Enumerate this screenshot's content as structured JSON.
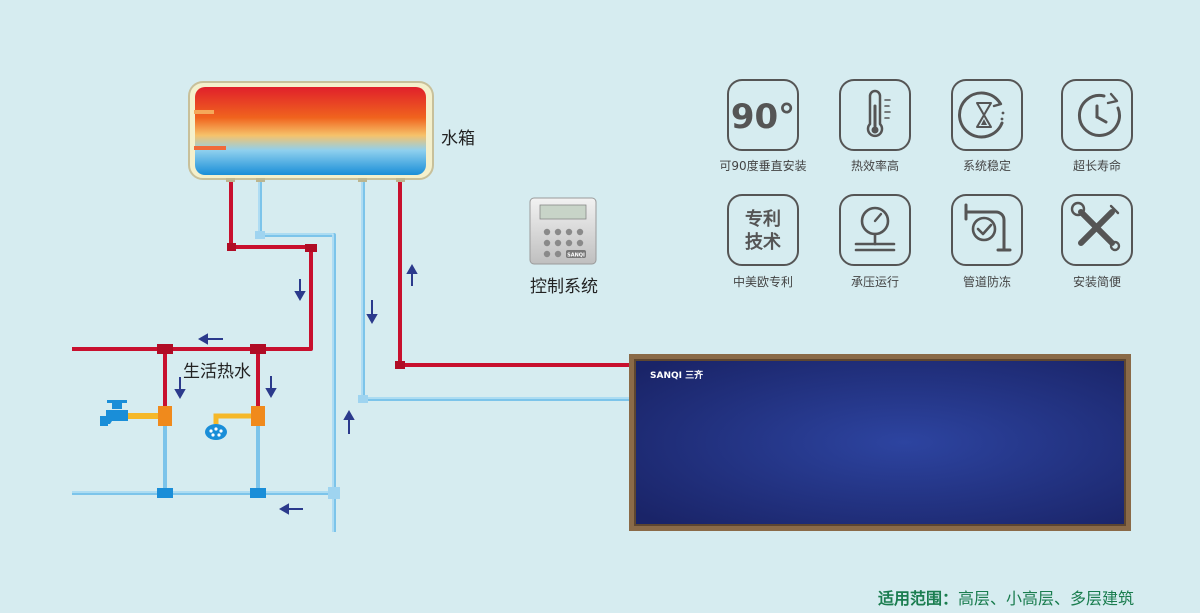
{
  "labels": {
    "tank": "水箱",
    "control_system": "控制系统",
    "domestic_hot_water": "生活热水",
    "panel_brand": "SANQI 三齐",
    "controller_brand": "SANQI"
  },
  "features": [
    {
      "icon": "ninety-degree-icon",
      "glyph": "90°",
      "label": "可90度垂直安装"
    },
    {
      "icon": "thermometer-icon",
      "glyph": "",
      "label": "热效率高"
    },
    {
      "icon": "hourglass-cycle-icon",
      "glyph": "",
      "label": "系统稳定"
    },
    {
      "icon": "clock-icon",
      "glyph": "",
      "label": "超长寿命"
    },
    {
      "icon": "patent-icon",
      "glyph": "专利 技术",
      "glyph_line1": "专利",
      "glyph_line2": "技术",
      "label": "中美欧专利"
    },
    {
      "icon": "pressure-gauge-icon",
      "glyph": "",
      "label": "承压运行"
    },
    {
      "icon": "pipe-check-icon",
      "glyph": "",
      "label": "管道防冻"
    },
    {
      "icon": "tools-icon",
      "glyph": "",
      "label": "安装简便"
    }
  ],
  "footer": {
    "prefix": "适用范围：",
    "value": "高层、小高层、多层建筑"
  },
  "colors": {
    "background": "#d6ecf0",
    "hot_pipe": "#c8102e",
    "cold_pipe": "#7cc4ea",
    "panel": "#1e2f80",
    "panel_frame": "#8a6a48",
    "arrow": "#2b3a8c",
    "icon_stroke": "#555555",
    "footer": "#1a7d4f"
  }
}
